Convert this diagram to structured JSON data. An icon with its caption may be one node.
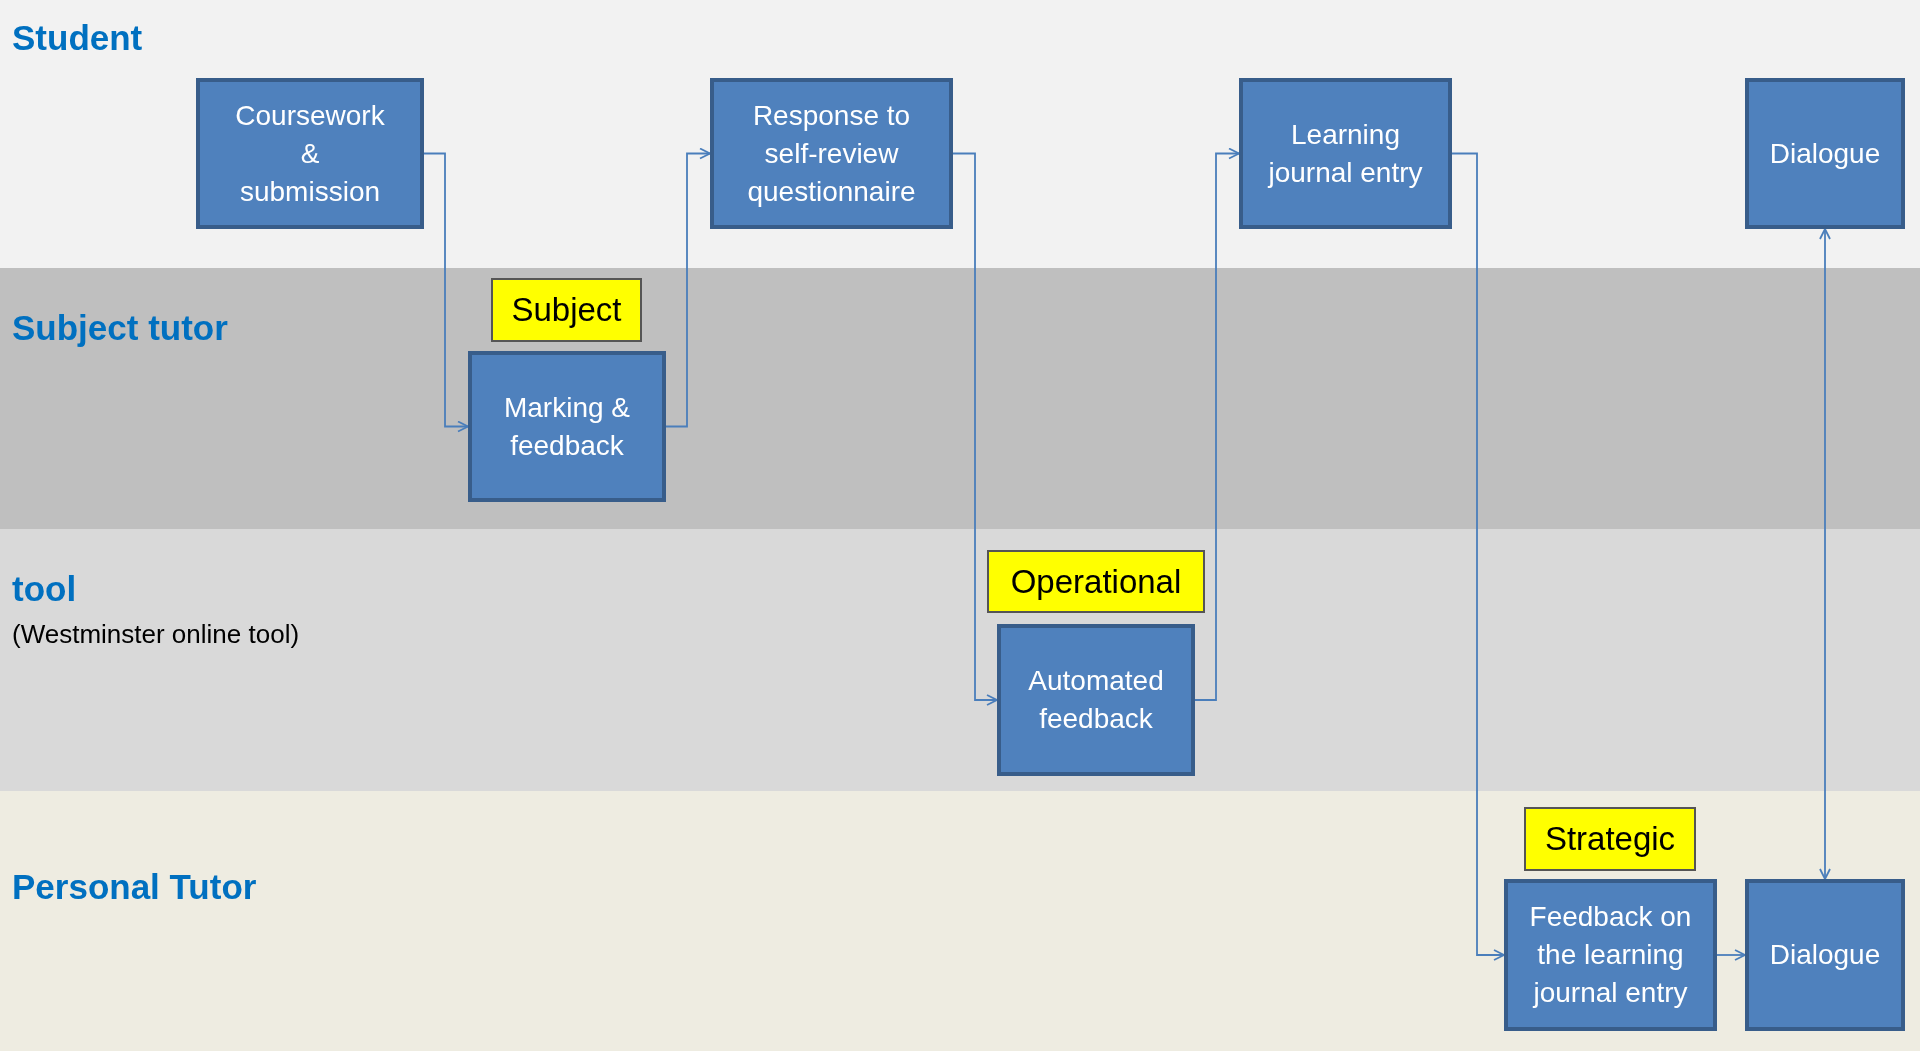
{
  "diagram": {
    "nodes": [
      {
        "text": [
          "Student"
        ]
      },
      {
        "text": [
          "Coursework & submission"
        ],
        "in": 0
      },
      {
        "text": [
          "Response to self-review questionnaire"
        ],
        "in": 0
      },
      {
        "text": [
          "Learning journal entry"
        ],
        "in": 0
      },
      {
        "text": [
          "Dialogue"
        ],
        "in": 0
      },
      {
        "text": [
          "Subject tutor"
        ]
      },
      {
        "text": [
          "Subject"
        ],
        "in": 5
      },
      {
        "text": [
          "Marking & feedback"
        ],
        "in": 5
      },
      {
        "text": [
          "tool",
          "(Westminster online tool)"
        ]
      },
      {
        "text": [
          "Operational"
        ],
        "in": 8
      },
      {
        "text": [
          "Automated feedback"
        ],
        "in": 8
      },
      {
        "text": [
          "Personal Tutor"
        ]
      },
      {
        "text": [
          "Strategic"
        ],
        "in": 11
      },
      {
        "text": [
          "Feedback on the learning journal entry"
        ],
        "in": 11
      },
      {
        "text": [
          "Dialogue"
        ],
        "in": 11
      }
    ],
    "edges": [
      {
        "from": 1,
        "to": 7,
        "arrow": "to"
      },
      {
        "from": 7,
        "to": 2,
        "arrow": "to"
      },
      {
        "from": 2,
        "to": 10,
        "arrow": "to"
      },
      {
        "from": 10,
        "to": 3,
        "arrow": "to"
      },
      {
        "from": 3,
        "to": 13,
        "arrow": "to"
      },
      {
        "from": 13,
        "to": 14,
        "arrow": "to"
      },
      {
        "from": 4,
        "to": 14,
        "arrow": "both"
      }
    ]
  }
}
